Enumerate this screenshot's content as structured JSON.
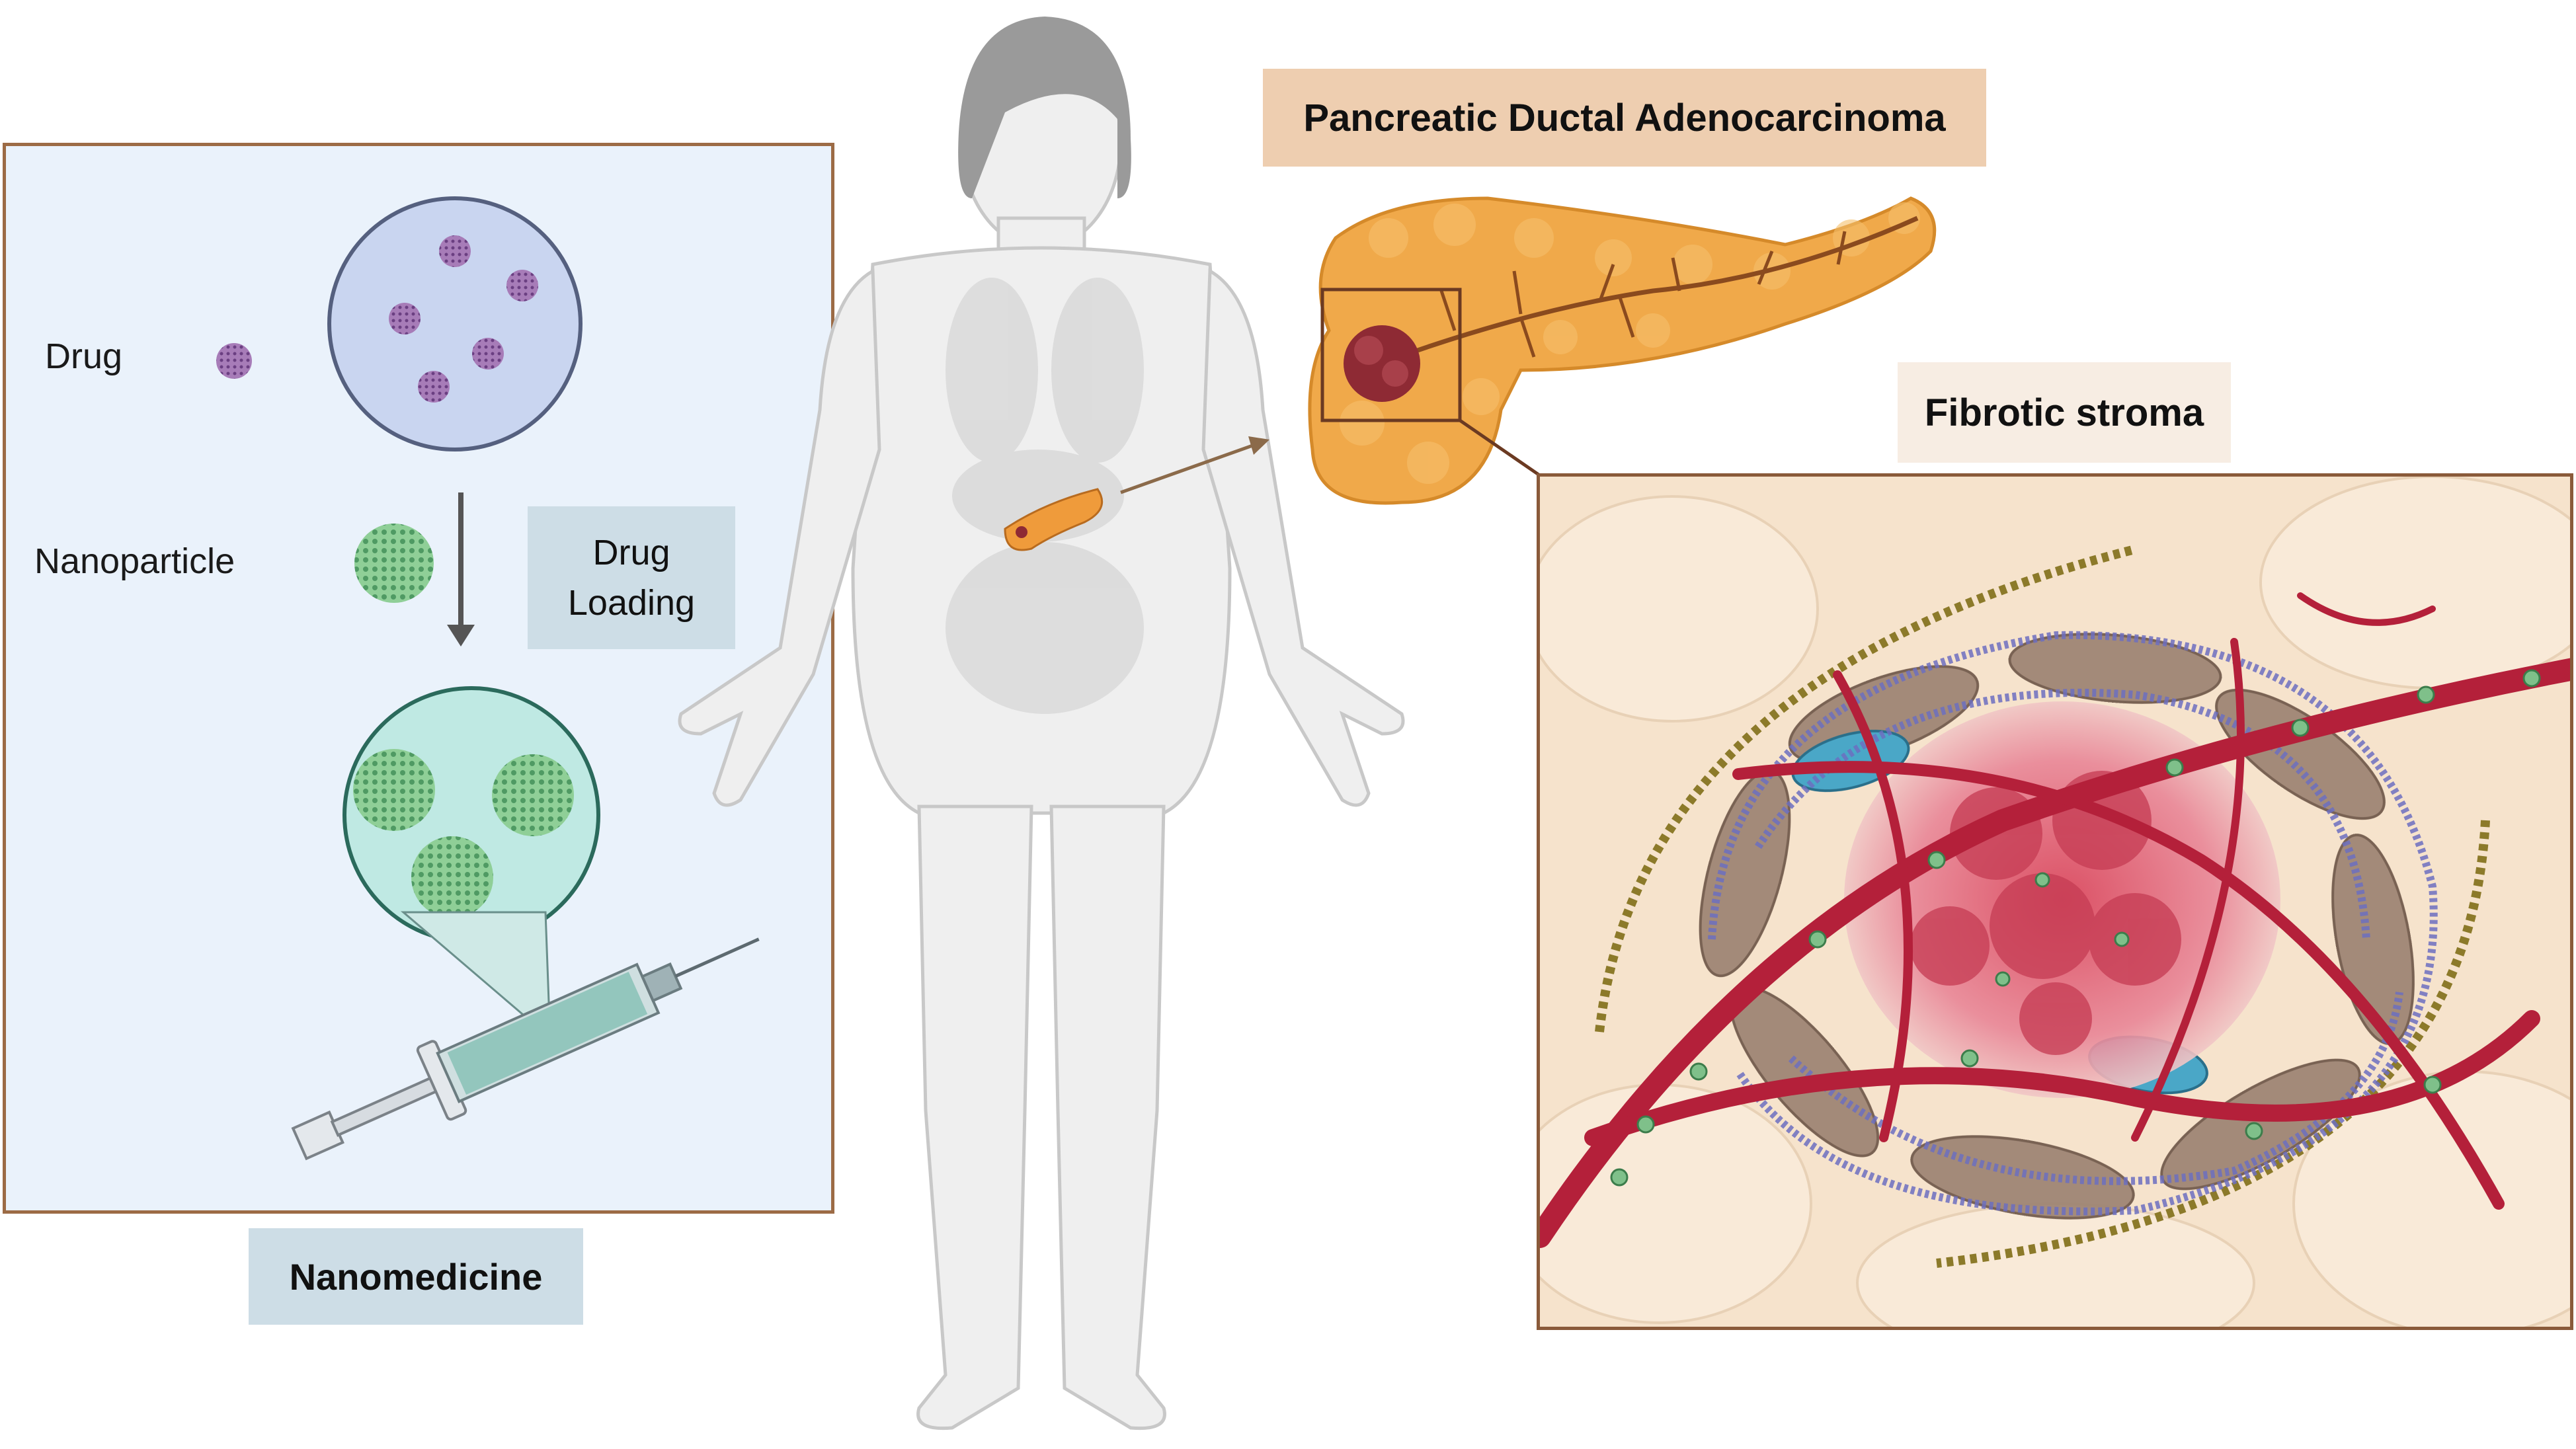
{
  "nanomedicine_panel": {
    "drug_label": "Drug",
    "nanoparticle_label": "Nanoparticle",
    "drug_loading_label_line1": "Drug",
    "drug_loading_label_line2": "Loading",
    "caption": "Nanomedicine"
  },
  "organ": {
    "title": "Pancreatic Ductal Adenocarcinoma"
  },
  "stroma": {
    "title": "Fibrotic stroma"
  },
  "colors": {
    "panel_border": "#9c6b45",
    "panel_fill": "#eaf2fb",
    "tan_tag": "#eeceb0",
    "blue_tag": "#cddde6",
    "pancreas": "#f0a94a",
    "tumor": "#8e2a34",
    "vessel": "#b4203a",
    "collagen": "#6d6fc0",
    "fibroblast": "#9a8070",
    "nanoparticle": "#7fc08a",
    "drug": "#8e5aa0"
  }
}
